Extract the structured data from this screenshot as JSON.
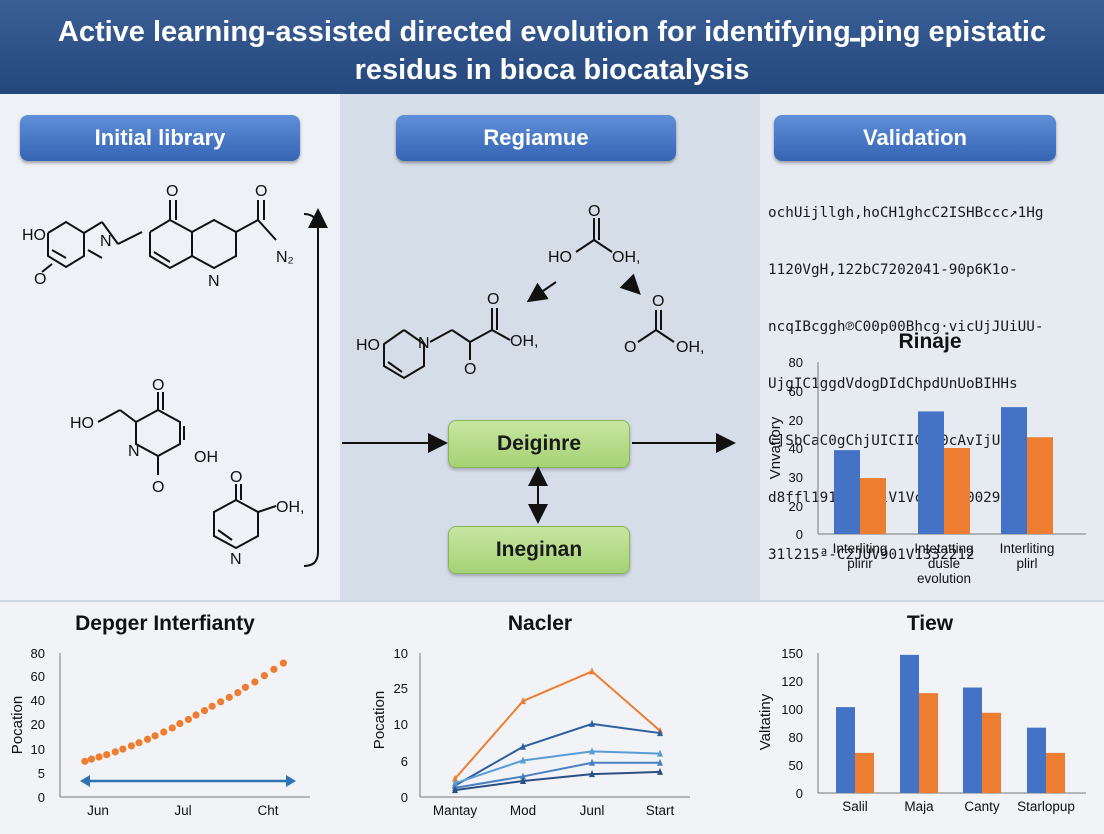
{
  "header": {
    "line1": "Active learning-assisted directed evolution for identifyingـping epistatic",
    "line2": "residus in bioca biocatalysis"
  },
  "sections": {
    "left": "Initial library",
    "middle": "Regiamue",
    "right": "Validation"
  },
  "flow": {
    "box1": "Deiginre",
    "box2": "Ineginan"
  },
  "molecules": {
    "m1": {
      "ho": "HO",
      "o1": "O",
      "n": "N",
      "o2": "O",
      "o3": "O",
      "n2": "N₂",
      "n3": "N"
    },
    "m2": {
      "ho": "HO",
      "o1": "O",
      "n": "N",
      "oh": "OH",
      "o2": "O"
    },
    "m3": {
      "o": "O",
      "oh": "OH,",
      "n": "N"
    },
    "m4": {
      "o": "O",
      "ho": "HO",
      "oh": "OH,"
    },
    "m5": {
      "ho": "HO",
      "n": "N",
      "o1": "O",
      "oh": "OH,",
      "o2": "O"
    },
    "m6": {
      "o1": "O",
      "o2": "O",
      "oh": "OH,"
    }
  },
  "sequence_text": [
    "ochUijllgh,hoCH1ghcC2ISHBccc↗1Hg",
    "1120VgH,122bC7202041-90p6K1o-",
    "ncqIBcggh℗C00p00Bhcg·vicUjJUiUU-",
    "UjgIC1ggdVdogDIdChpdUnUoBIHHs",
    "C]SbCaC0gChjUICIIC0V0cAvIjUIod",
    "d8ffl19112020lV1Vc0006900290 4-",
    "31l215ª-C2JUV901V1332212"
  ],
  "chart_data": [
    {
      "type": "bar",
      "title": "Rinaje",
      "ylabel": "Vnvatiory",
      "categories": [
        "Interliting plirir",
        "Intetatting dusle evolution",
        "Interliting plirl"
      ],
      "series": [
        {
          "values": [
            39,
            57,
            59
          ]
        },
        {
          "values": [
            26,
            40,
            45
          ]
        }
      ],
      "ylim": [
        0,
        80
      ],
      "yticks": [
        "0",
        "20",
        "30",
        "40",
        "20",
        "60",
        "80"
      ]
    },
    {
      "type": "scatter",
      "title": "Depger Interfianty",
      "ylabel": "Pocation",
      "xticks": [
        "Jun",
        "Jul",
        "Cht"
      ],
      "yticks": [
        "0",
        "5",
        "10",
        "20",
        "40",
        "60",
        "80",
        "80"
      ],
      "points": [
        [
          0.03,
          0.9
        ],
        [
          0.1,
          1.25
        ],
        [
          0.18,
          1.6
        ],
        [
          0.26,
          1.95
        ],
        [
          0.35,
          2.4
        ],
        [
          0.43,
          2.85
        ],
        [
          0.52,
          3.35
        ],
        [
          0.6,
          3.85
        ],
        [
          0.69,
          4.4
        ],
        [
          0.77,
          4.95
        ],
        [
          0.86,
          5.55
        ],
        [
          0.95,
          6.2
        ],
        [
          1.03,
          6.9
        ],
        [
          1.12,
          7.55
        ],
        [
          1.2,
          8.25
        ],
        [
          1.29,
          8.95
        ],
        [
          1.37,
          9.65
        ],
        [
          1.46,
          10.35
        ],
        [
          1.55,
          11.05
        ],
        [
          1.64,
          11.8
        ],
        [
          1.72,
          12.65
        ],
        [
          1.82,
          13.5
        ],
        [
          1.92,
          14.5
        ],
        [
          2.02,
          15.5
        ],
        [
          2.12,
          16.5
        ]
      ],
      "color": "#ee7d32",
      "arrow_color": "#2e74b5"
    },
    {
      "type": "line",
      "title": "Nacler",
      "ylabel": "Pocation",
      "categories": [
        "Mantay",
        "Mod",
        "Junl",
        "Start"
      ],
      "yticks": [
        "0",
        "6",
        "10",
        "25",
        "10"
      ],
      "series": [
        {
          "color": "#ee7d32",
          "values": [
            0.8,
            4.2,
            5.5,
            2.9
          ]
        },
        {
          "color": "#2e5f9e",
          "values": [
            0.5,
            2.2,
            3.2,
            2.8
          ]
        },
        {
          "color": "#5b9bd5",
          "values": [
            0.6,
            1.6,
            2.0,
            1.9
          ]
        },
        {
          "color": "#4a7fc0",
          "values": [
            0.4,
            0.9,
            1.5,
            1.5
          ]
        },
        {
          "color": "#2b4f82",
          "values": [
            0.3,
            0.7,
            1.0,
            1.1
          ]
        }
      ],
      "ylim": [
        0,
        6
      ]
    },
    {
      "type": "bar",
      "title": "Tiew",
      "ylabel": "Valtatiny",
      "categories": [
        "Salil",
        "Maja",
        "Canty",
        "Starlopup"
      ],
      "series": [
        {
          "values": [
            92,
            148,
            113,
            70
          ]
        },
        {
          "values": [
            43,
            107,
            86,
            43
          ]
        }
      ],
      "ylim": [
        0,
        150
      ],
      "yticks": [
        "0",
        "50",
        "80",
        "100",
        "120",
        "150"
      ]
    }
  ],
  "colors": {
    "blue": "#4472c4",
    "orange": "#ed7d31",
    "accent": "#24477c"
  }
}
